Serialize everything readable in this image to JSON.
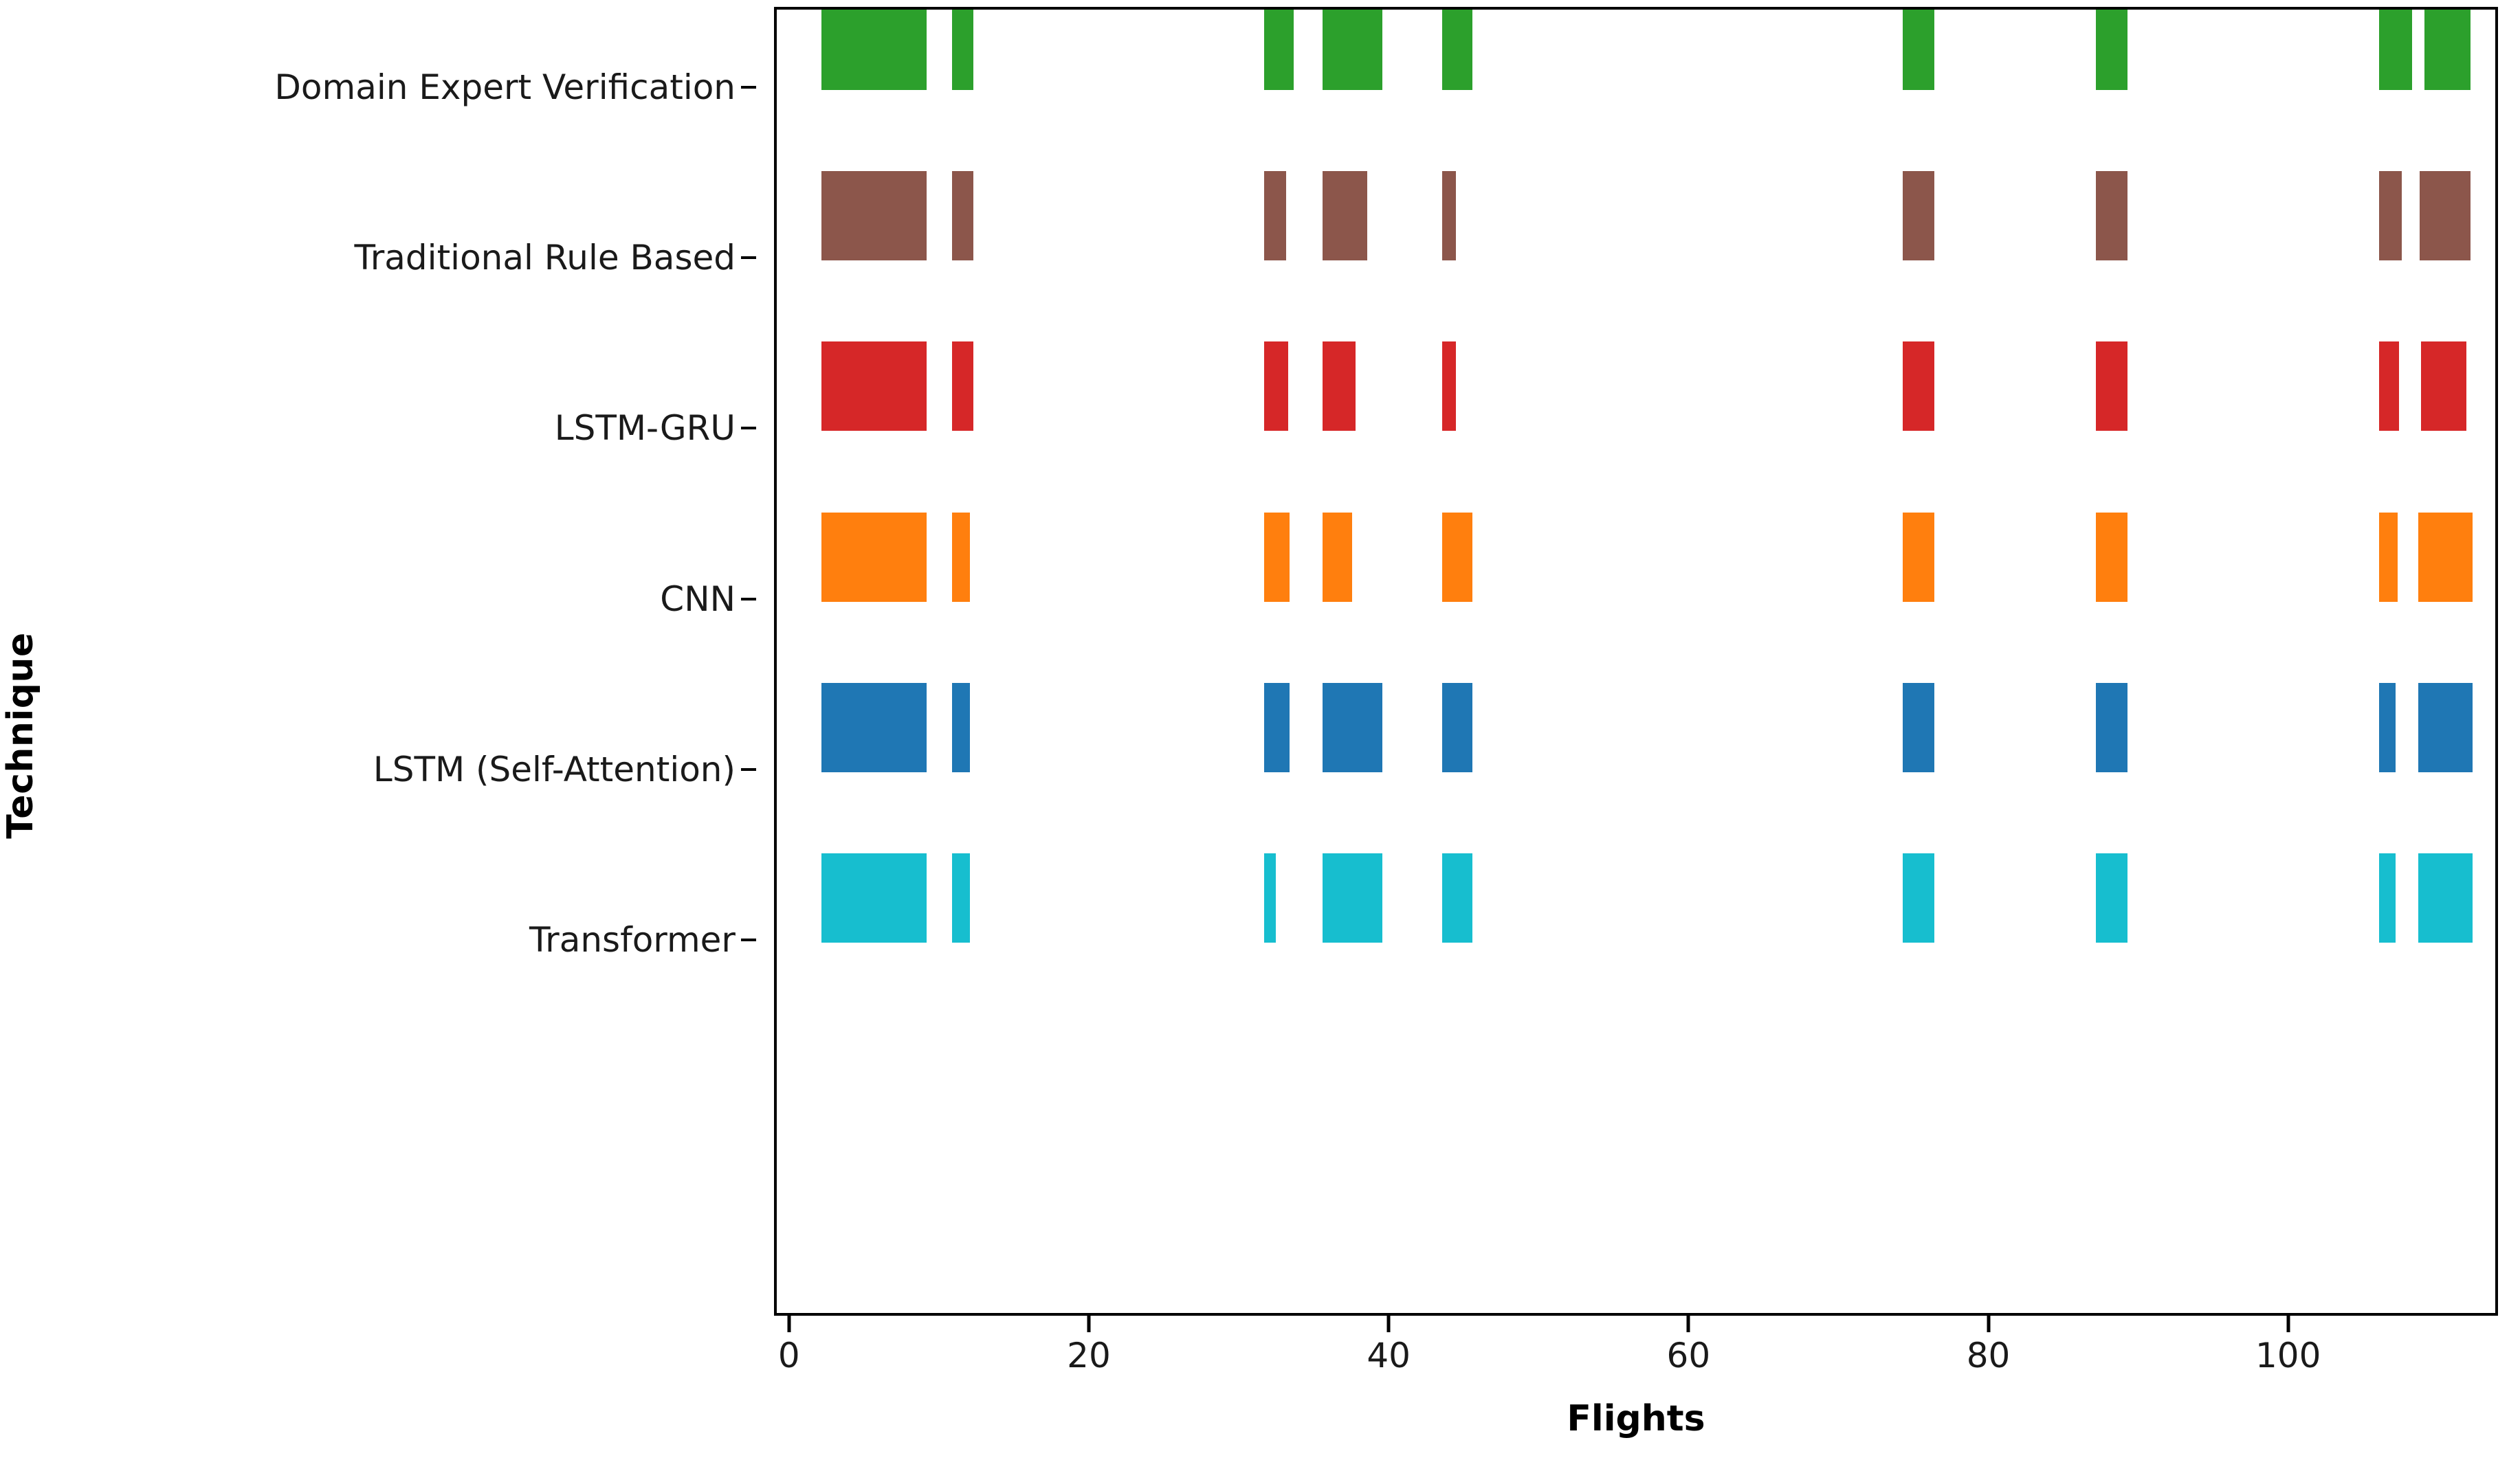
{
  "chart_data": {
    "type": "bar",
    "subtype": "broken-barh-gantt",
    "title": "",
    "xlabel": "Flights",
    "ylabel": "Technique",
    "xlim": [
      -1,
      114
    ],
    "xticks": [
      0,
      20,
      40,
      60,
      80,
      100
    ],
    "xticklabels": [
      "0",
      "20",
      "40",
      "60",
      "80",
      "100"
    ],
    "grid": false,
    "legend": "none",
    "categories": [
      "Domain Expert Verification",
      "Traditional Rule Based",
      "LSTM-GRU",
      "CNN",
      "LSTM (Self-Attention)",
      "Transformer"
    ],
    "colors": [
      "#2ca02c",
      "#8c564b",
      "#d62728",
      "#ff7f0e",
      "#1f77b4",
      "#17becf"
    ],
    "series": [
      {
        "name": "Domain Expert Verification",
        "color": "#2ca02c",
        "row": 0,
        "intervals": [
          [
            2.0,
            7.0
          ],
          [
            10.7,
            1.4
          ],
          [
            31.5,
            2.0
          ],
          [
            35.4,
            4.0
          ],
          [
            43.4,
            2.0
          ],
          [
            74.1,
            2.1
          ],
          [
            87.0,
            2.1
          ],
          [
            105.9,
            2.2
          ],
          [
            108.9,
            3.1
          ]
        ]
      },
      {
        "name": "Traditional Rule Based",
        "color": "#8c564b",
        "row": 1,
        "intervals": [
          [
            2.0,
            7.0
          ],
          [
            10.7,
            1.4
          ],
          [
            31.5,
            1.5
          ],
          [
            35.4,
            3.0
          ],
          [
            43.4,
            0.9
          ],
          [
            74.1,
            2.1
          ],
          [
            87.0,
            2.1
          ],
          [
            105.9,
            1.5
          ],
          [
            108.6,
            3.4
          ]
        ]
      },
      {
        "name": "LSTM-GRU",
        "color": "#d62728",
        "row": 2,
        "intervals": [
          [
            2.0,
            7.0
          ],
          [
            10.7,
            1.4
          ],
          [
            31.5,
            1.6
          ],
          [
            35.4,
            2.2
          ],
          [
            43.4,
            0.9
          ],
          [
            74.1,
            2.1
          ],
          [
            87.0,
            2.1
          ],
          [
            105.9,
            1.3
          ],
          [
            108.7,
            3.0
          ]
        ]
      },
      {
        "name": "CNN",
        "color": "#ff7f0e",
        "row": 3,
        "intervals": [
          [
            2.0,
            7.0
          ],
          [
            10.7,
            1.2
          ],
          [
            31.5,
            1.7
          ],
          [
            35.4,
            2.0
          ],
          [
            43.4,
            2.0
          ],
          [
            74.1,
            2.1
          ],
          [
            87.0,
            2.1
          ],
          [
            105.9,
            1.2
          ],
          [
            108.5,
            3.6
          ]
        ]
      },
      {
        "name": "LSTM (Self-Attention)",
        "color": "#1f77b4",
        "row": 4,
        "intervals": [
          [
            2.0,
            7.0
          ],
          [
            10.7,
            1.2
          ],
          [
            31.5,
            1.7
          ],
          [
            35.4,
            4.0
          ],
          [
            43.4,
            2.0
          ],
          [
            74.1,
            2.1
          ],
          [
            87.0,
            2.1
          ],
          [
            105.9,
            1.1
          ],
          [
            108.5,
            3.6
          ]
        ]
      },
      {
        "name": "Transformer",
        "color": "#17becf",
        "row": 5,
        "intervals": [
          [
            2.0,
            7.0
          ],
          [
            10.7,
            1.2
          ],
          [
            31.5,
            0.8
          ],
          [
            35.4,
            4.0
          ],
          [
            43.4,
            2.0
          ],
          [
            74.1,
            2.1
          ],
          [
            87.0,
            2.1
          ],
          [
            105.9,
            1.1
          ],
          [
            108.5,
            3.6
          ]
        ]
      }
    ]
  }
}
